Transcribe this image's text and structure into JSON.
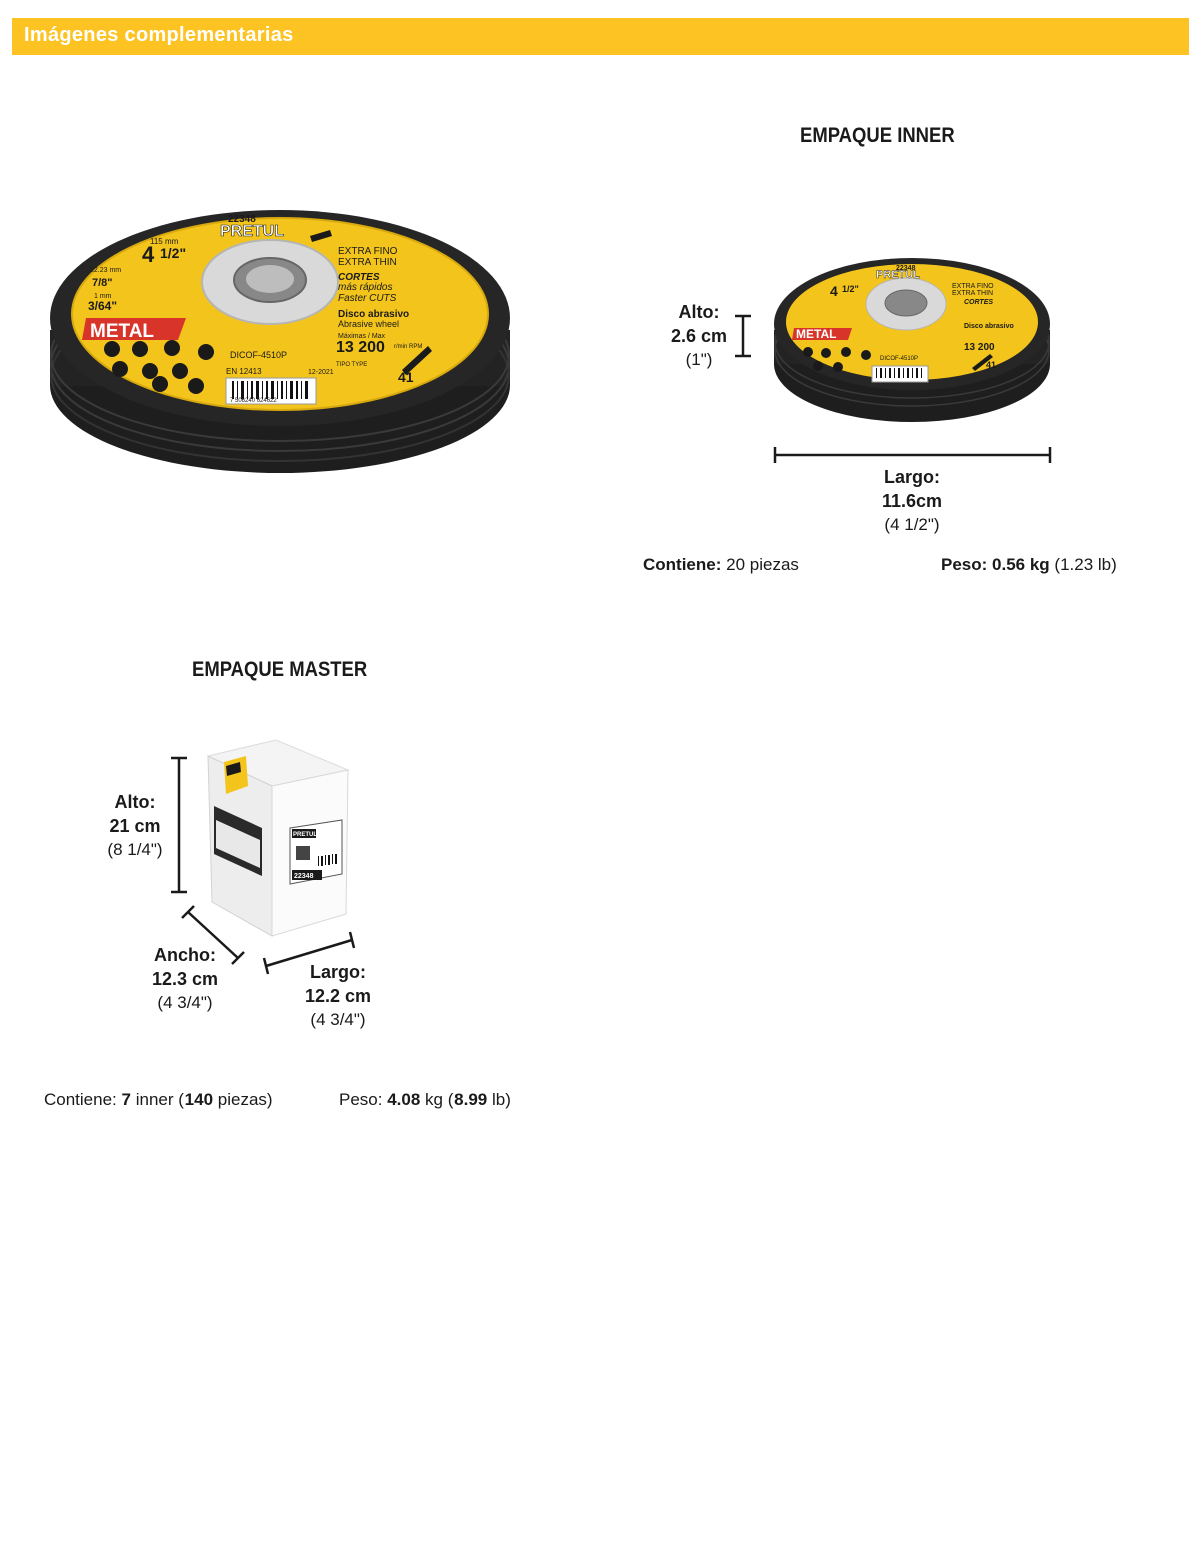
{
  "header": {
    "title": "Imágenes complementarias"
  },
  "product_disc": {
    "code": "22348",
    "brand": "PRETUL",
    "size_whole": "4",
    "size_fraction": "1/2\"",
    "size_mm": "115 mm",
    "arbor_mm": "22.23 mm",
    "arbor_in": "7/8\"",
    "thickness": "3/64\"",
    "thickness_mm": "1 mm",
    "line1": "EXTRA FINO",
    "line2": "EXTRA THIN",
    "cuts_es": "CORTES",
    "cuts_es2": "más rápidos",
    "cuts_en": "Faster CUTS",
    "material": "METAL",
    "disc_es": "Disco abrasivo",
    "disc_en": "Abrasive wheel",
    "max_label": "Máximas / Max",
    "rpm": "13 200",
    "rpm_unit": "r/min RPM",
    "model": "DICOF-4510P",
    "type_label": "TIPO TYPE",
    "type_value": "41",
    "norm": "EN 12413",
    "date": "12-2021",
    "barcode": "7 506240 624622"
  },
  "inner": {
    "title": "EMPAQUE INNER",
    "height": {
      "label": "Alto:",
      "metric": "2.6 cm",
      "imperial": "(1\")"
    },
    "length": {
      "label": "Largo:",
      "metric": "11.6cm",
      "imperial": "(4 1/2\")"
    },
    "contains_label": "Contiene:",
    "contains_value": "20 piezas",
    "weight_label": "Peso:",
    "weight_kg": "0.56 kg",
    "weight_lb": "(1.23 lb)"
  },
  "master": {
    "title": "EMPAQUE MASTER",
    "box_brand": "PRETUL",
    "box_code": "22348",
    "height": {
      "label": "Alto:",
      "metric": "21 cm",
      "imperial": "(8 1/4\")"
    },
    "width": {
      "label": "Ancho:",
      "metric": "12.3 cm",
      "imperial": "(4 3/4\")"
    },
    "length": {
      "label": "Largo:",
      "metric": "12.2 cm",
      "imperial": "(4 3/4\")"
    },
    "contains_label": "Contiene:",
    "contains_count": "7",
    "contains_unit": "inner",
    "contains_paren_open": "(",
    "contains_pieces": "140",
    "contains_pieces_label": "piezas)",
    "weight_label": "Peso:",
    "weight_value": "4.08",
    "weight_unit": "kg",
    "weight_lb_open": "(",
    "weight_lb": "8.99",
    "weight_lb_unit": "lb)"
  }
}
